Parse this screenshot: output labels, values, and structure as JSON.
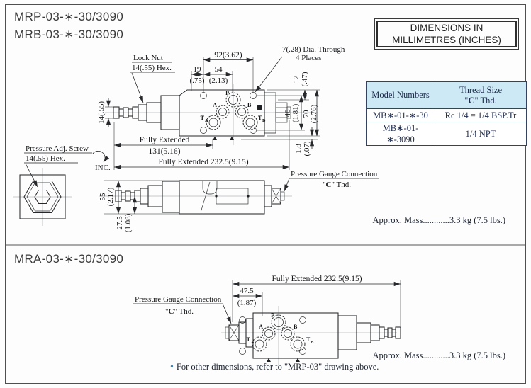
{
  "page": {
    "titles": [
      "MRP-03-∗-30/3090",
      "MRB-03-∗-30/3090"
    ],
    "section2_title": "MRA-03-∗-30/3090",
    "dim_box": {
      "line1": "DIMENSIONS IN",
      "line2": "MILLIMETRES (INCHES)"
    },
    "note": {
      "bullet": "•",
      "text": "For other dimensions, refer to \"MRP-03\" drawing above."
    }
  },
  "shared": {
    "approx_mass": "Approx. Mass............3.3 kg (7.5 lbs.)",
    "pressure_gauge_connection": "Pressure Gauge Connection",
    "c_open": "\"",
    "c_letter": "C",
    "c_tail": "\" Thd.",
    "fully_extended_2325": "Fully Extended 232.5(9.15)"
  },
  "table": {
    "col1_header": "Model Numbers",
    "col2_header_line1": "Thread Size",
    "rows": [
      {
        "model": "MB∗-01-∗-30",
        "thread": "Rc 1/4 = 1/4 BSP.Tr"
      },
      {
        "model": "MB∗-01-∗-3090",
        "thread": "1/4 NPT"
      }
    ]
  },
  "upper": {
    "lock_nut_line1": "Lock Nut",
    "lock_nut_line2": "14(.55) Hex.",
    "dia_line1": "7(.28) Dia. Through",
    "dia_line2": "4 Places",
    "d92": "92(3.62)",
    "d19": "19",
    "d19i": "(.75)",
    "d54": "54",
    "d54i": "(2.13)",
    "d12": "12",
    "d12i": "(.47)",
    "d46": "46",
    "d46i": "(1.81)",
    "d70": "70",
    "d70i": "(2.76)",
    "d18": "1.8",
    "d18i": "(.07)",
    "d14": "14(.55)",
    "fully_extended": "Fully Extended",
    "d131": "131(5.16)",
    "adj_line1": "Pressure Adj. Screw",
    "adj_line2": "14(.55) Hex.",
    "inc": "INC.",
    "d55": "55",
    "d55i": "(2.17)",
    "d275": "27.5",
    "d275i": "(1.08)"
  },
  "lower": {
    "d475": "47.5",
    "d475i": "(1.87)"
  },
  "ports": {
    "p": "P",
    "a": "A",
    "b": "B",
    "t": "T",
    "sub_a": "A",
    "sub_b": "B"
  }
}
